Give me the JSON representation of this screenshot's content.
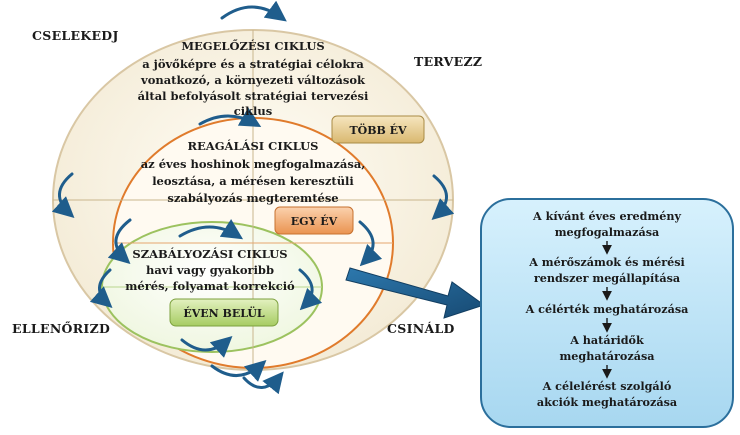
{
  "colors": {
    "outer_ring": "#e5d7bd",
    "middle_ring": "#e07b2c",
    "inner_ring": "#b8d98a",
    "arrow_blue": "#1f5d8c",
    "panel_fill": "#bfe4f7",
    "panel_border": "#2b6f9c",
    "badge_tan": "#e7cf96",
    "badge_orange": "#f3b27d",
    "badge_green": "#c6df8e"
  },
  "corners": {
    "top_left": "CSELEKEDJ",
    "top_right": "TERVEZZ",
    "bottom_left": "ELLENŐRIZD",
    "bottom_right": "CSINÁLD"
  },
  "outer_cycle": {
    "title": "MEGELŐZÉSI CIKLUS",
    "lines": [
      "a jövőképre és a stratégiai célokra",
      "vonatkozó, a környezeti változások",
      "által befolyásolt stratégiai tervezési",
      "ciklus"
    ],
    "badge": "TÖBB ÉV"
  },
  "middle_cycle": {
    "title": "REAGÁLÁSI CIKLUS",
    "lines": [
      "az éves hoshinok megfogalmazása,",
      "leosztása, a mérésen keresztüli",
      "szabályozás megteremtése"
    ],
    "badge": "EGY ÉV"
  },
  "inner_cycle": {
    "title": "SZABÁLYOZÁSI CIKLUS",
    "lines": [
      "havi vagy gyakoribb",
      "mérés, folyamat korrekció"
    ],
    "badge": "ÉVEN BELÜL"
  },
  "steps": [
    [
      "A kívánt éves eredmény",
      "megfogalmazása"
    ],
    [
      "A mérőszámok és mérési",
      "rendszer megállapítása"
    ],
    [
      "A célérték meghatározása"
    ],
    [
      "A határidők",
      "meghatározása"
    ],
    [
      "A célelérést szolgáló",
      "akciók meghatározása"
    ]
  ]
}
